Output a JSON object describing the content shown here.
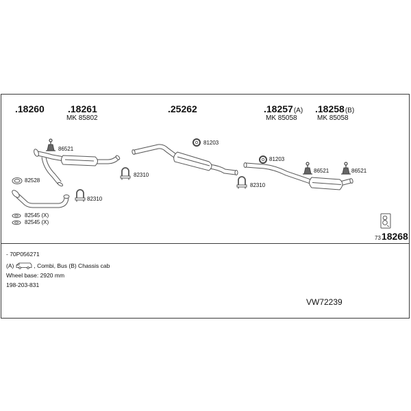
{
  "colors": {
    "line": "#555555",
    "text": "#111111",
    "border": "#3a3a3a",
    "background": "#ffffff"
  },
  "icons": {
    "hanger": "rubber-hanger-icon",
    "ring": "hanger-ring-icon",
    "clamp": "u-bolt-clamp-icon",
    "gasket": "gasket-ring-icon",
    "nut": "nut-icon",
    "kit": "mounting-kit-icon",
    "vehicle": "van-icon"
  },
  "parts": {
    "front_pipe": {
      "number": ".18260"
    },
    "front_silencer": {
      "number": ".18261",
      "kit": "MK 85802"
    },
    "middle_silencer": {
      "number": ".25262"
    },
    "rear_silencer_a": {
      "number": ".18257",
      "variant": "(A)",
      "kit": "MK 85058"
    },
    "rear_silencer_b": {
      "number": ".18258",
      "variant": "(B)",
      "kit": "MK 85058"
    }
  },
  "hardware": {
    "hanger_front": "86521",
    "ring_middle": "81203",
    "ring_rear": "81203",
    "hanger_rear_1": "86521",
    "hanger_rear_2": "86521",
    "gasket": "82528",
    "clamp_middle": "82310",
    "clamp_rear": "82310",
    "clamp_front": "82310",
    "nut_1": "82545 (X)",
    "nut_2": "82545 (X)"
  },
  "mounting_kit": {
    "prefix": "73",
    "number": "18268"
  },
  "vehicle_info": {
    "model_code": "- 70P056271",
    "body_variant_prefix": "(A)",
    "body_variant_text": ", Combi, Bus (B) Chassis cab",
    "wheel_base": "Wheel base: 2920 mm",
    "build_range": "198-203-831"
  },
  "reference_code": "VW72239"
}
